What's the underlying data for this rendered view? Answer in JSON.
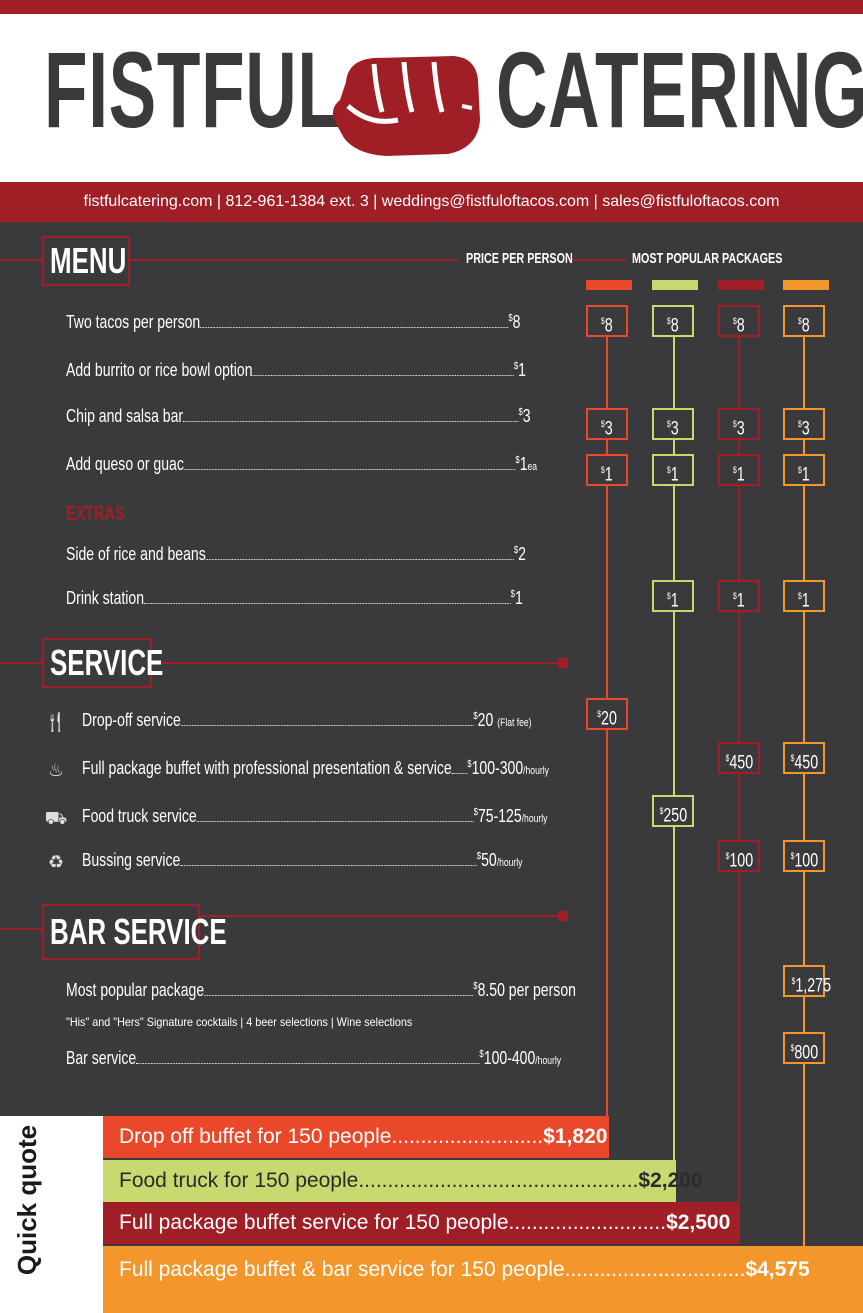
{
  "brand": {
    "left": "FISTFUL",
    "right": "CATERING"
  },
  "contact": "fistfulcatering.com  |  812-961-1384 ext. 3  | weddings@fistfuloftacos.com | sales@fistfuloftacos.com",
  "colors": {
    "red": "#a01f26",
    "orange": "#e9492a",
    "lime": "#c8d96f",
    "yellow_orange": "#f3962b",
    "dark": "#3a3a3c"
  },
  "menu": {
    "title": "MENU",
    "price_header": "PRICE PER PERSON",
    "packages_header": "MOST POPULAR PACKAGES",
    "items": [
      {
        "label": "Two tacos per person",
        "price": "8"
      },
      {
        "label": "Add burrito or rice bowl option",
        "price": "1"
      },
      {
        "label": "Chip and salsa bar",
        "price": "3"
      },
      {
        "label": "Add queso or guac",
        "price": "1",
        "suffix": "ea"
      }
    ],
    "extras_title": "EXTRAS",
    "extras": [
      {
        "label": "Side of rice and beans",
        "price": "2"
      },
      {
        "label": "Drink station",
        "price": "1"
      }
    ]
  },
  "service": {
    "title": "SERVICE",
    "items": [
      {
        "icon": "utensils-icon",
        "label": "Drop-off service",
        "price": "20",
        "suffix": "(Flat fee)"
      },
      {
        "icon": "chef-hat-icon",
        "label": "Full package buffet with professional presentation & service",
        "price": "100-300",
        "suffix": "/hourly"
      },
      {
        "icon": "food-truck-icon",
        "label": "Food truck service",
        "price": "75-125",
        "suffix": "/hourly"
      },
      {
        "icon": "bussing-icon",
        "label": "Bussing service",
        "price": "50",
        "suffix": "/hourly"
      }
    ]
  },
  "bar": {
    "title": "BAR SERVICE",
    "items": [
      {
        "label": "Most popular package",
        "price": "8.50 per person"
      },
      {
        "label": "Bar service",
        "price": "100-400",
        "suffix": "/hourly"
      }
    ],
    "note": "\"His\" and \"Hers\" Signature cocktails | 4 beer selections | Wine selections"
  },
  "packages": {
    "p1": {
      "color": "#e9492a",
      "tacos": "8",
      "chips": "3",
      "queso": "1",
      "dropoff": "20"
    },
    "p2": {
      "color": "#c8d96f",
      "tacos": "8",
      "chips": "3",
      "queso": "1",
      "drink": "1",
      "truck": "250"
    },
    "p3": {
      "color": "#a01f26",
      "tacos": "8",
      "chips": "3",
      "queso": "1",
      "drink": "1",
      "buffet": "450",
      "bussing": "100"
    },
    "p4": {
      "color": "#f3962b",
      "tacos": "8",
      "chips": "3",
      "queso": "1",
      "drink": "1",
      "buffet": "450",
      "bussing": "100",
      "popular_bar": "1,275",
      "bar_service": "800"
    }
  },
  "quick_quote": {
    "label": "Quick quote",
    "rows": [
      {
        "text": "Drop off buffet for 150 people",
        "dots": "..........................",
        "total": "$1,820"
      },
      {
        "text": "Food truck  for 150 people",
        "dots": "................................................",
        "total": "$2,200"
      },
      {
        "text": "Full package buffet service  for 150 people",
        "dots": "...........................",
        "total": "$2,500"
      },
      {
        "text": "Full package buffet & bar service for 150 people",
        "dots": "...............................",
        "total": "$4,575"
      }
    ]
  }
}
